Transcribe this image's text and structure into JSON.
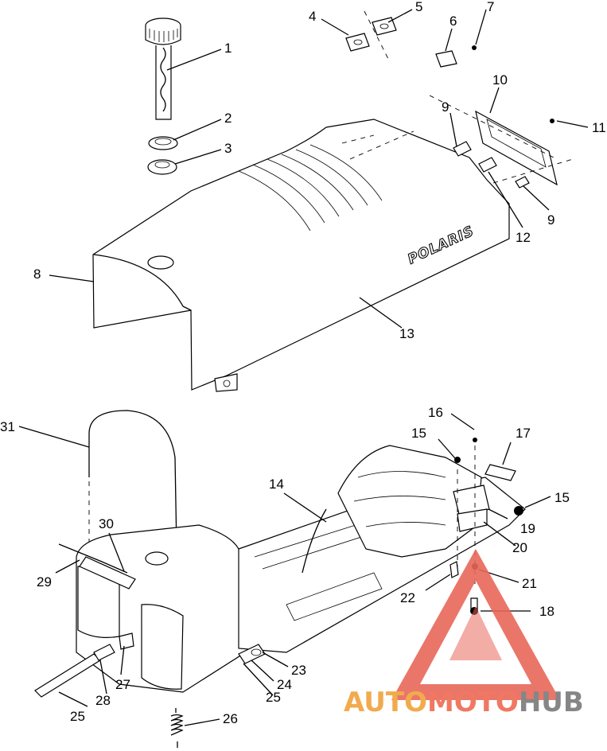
{
  "diagram": {
    "brand_text": "POLARIS",
    "callouts": [
      "1",
      "2",
      "3",
      "4",
      "5",
      "6",
      "7",
      "8",
      "9",
      "10",
      "11",
      "9",
      "12",
      "13",
      "31",
      "16",
      "17",
      "15",
      "14",
      "15",
      "30",
      "19",
      "20",
      "29",
      "22",
      "21",
      "18",
      "23",
      "24",
      "27",
      "25",
      "28",
      "25",
      "26"
    ]
  },
  "watermark": {
    "part1": "AUTO",
    "part2": "MOTO",
    "part3": "HUB",
    "colors": {
      "part1": "#f0a23a",
      "part2": "#ef6a52",
      "part3": "#7a7a7a",
      "triangle": "#e8685a"
    }
  }
}
